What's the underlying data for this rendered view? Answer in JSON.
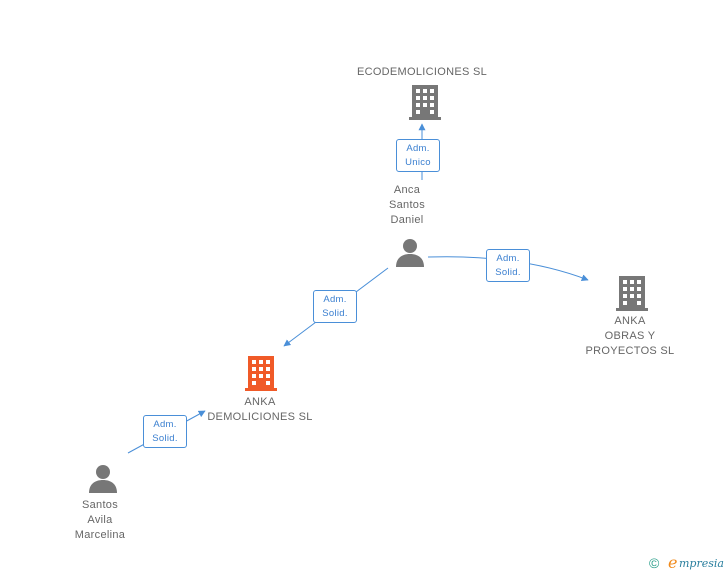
{
  "nodes": {
    "ecodemoliciones": {
      "label": "ECODEMOLICIONES SL",
      "kind": "company",
      "color": "#777777"
    },
    "anca_santos_daniel": {
      "label": "Anca\nSantos\nDaniel",
      "kind": "person",
      "color": "#777777"
    },
    "anka_obras": {
      "label": "ANKA\nOBRAS Y\nPROYECTOS SL",
      "kind": "company",
      "color": "#777777"
    },
    "anka_demoliciones": {
      "label": "ANKA\nDEMOLICIONES SL",
      "kind": "company",
      "color": "#f05a28"
    },
    "santos_avila_marcelina": {
      "label": "Santos\nAvila\nMarcelina",
      "kind": "person",
      "color": "#777777"
    }
  },
  "edges": [
    {
      "from": "anca_santos_daniel",
      "to": "ecodemoliciones",
      "label": "Adm.\nUnico"
    },
    {
      "from": "anca_santos_daniel",
      "to": "anka_obras",
      "label": "Adm.\nSolid."
    },
    {
      "from": "anca_santos_daniel",
      "to": "anka_demoliciones",
      "label": "Adm.\nSolid."
    },
    {
      "from": "santos_avila_marcelina",
      "to": "anka_demoliciones",
      "label": "Adm.\nSolid."
    }
  ],
  "colors": {
    "edge": "#4a8fd8"
  },
  "footer": {
    "copyright_symbol": "©",
    "brand_initial": "e",
    "brand_rest": "mpresia"
  }
}
